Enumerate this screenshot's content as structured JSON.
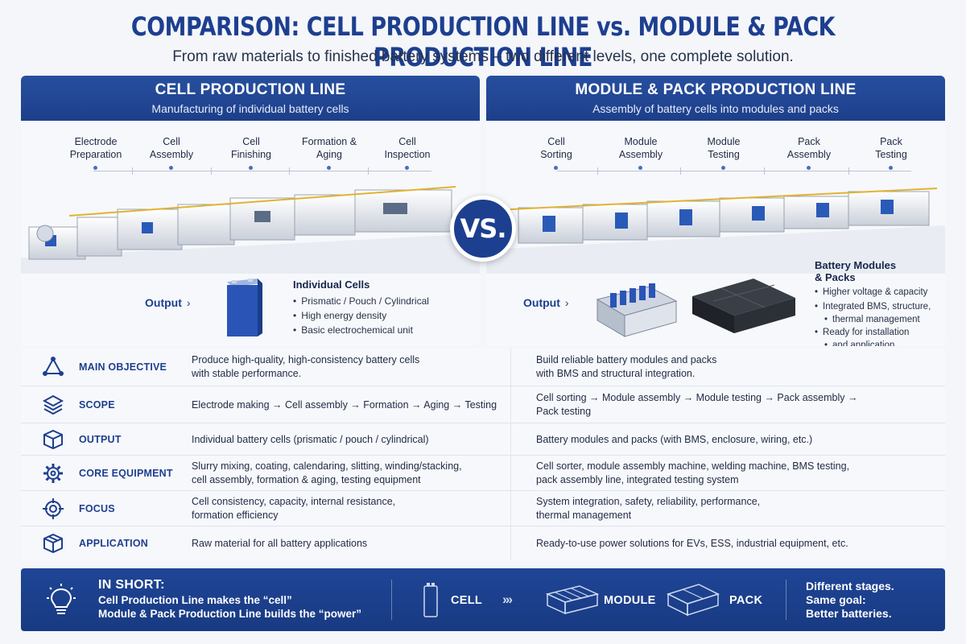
{
  "header": {
    "title": "COMPARISON: CELL PRODUCTION LINE vs. MODULE & PACK PRODUCTION LINE",
    "subtitle": "From raw materials to finished battery systems – two different levels, one complete solution."
  },
  "left_panel": {
    "title": "CELL PRODUCTION LINE",
    "subtitle": "Manufacturing of individual battery cells",
    "steps": [
      {
        "line1": "Electrode",
        "line2": "Preparation"
      },
      {
        "line1": "Cell",
        "line2": "Assembly"
      },
      {
        "line1": "Cell",
        "line2": "Finishing"
      },
      {
        "line1": "Formation &",
        "line2": "Aging"
      },
      {
        "line1": "Cell",
        "line2": "Inspection"
      }
    ],
    "output_label": "Output",
    "output_heading": "Individual Cells",
    "output_points": [
      "Prismatic / Pouch / Cylindrical",
      "High energy density",
      "Basic electrochemical unit"
    ]
  },
  "right_panel": {
    "title": "MODULE & PACK PRODUCTION LINE",
    "subtitle": "Assembly of battery cells into modules and packs",
    "steps": [
      {
        "line1": "Cell",
        "line2": "Sorting"
      },
      {
        "line1": "Module",
        "line2": "Assembly"
      },
      {
        "line1": "Module",
        "line2": "Testing"
      },
      {
        "line1": "Pack",
        "line2": "Assembly"
      },
      {
        "line1": "Pack",
        "line2": "Testing"
      }
    ],
    "output_label": "Output",
    "output_heading_1": "Battery Modules",
    "output_heading_2": "& Packs",
    "output_points": [
      "Higher voltage & capacity",
      "Integrated BMS, structure,",
      "thermal management",
      "Ready for installation",
      "and application"
    ]
  },
  "vs_label": "VS.",
  "comparison": [
    {
      "icon": "triangle-network-icon",
      "label": "MAIN OBJECTIVE",
      "cell_1": "Produce high-quality, high-consistency battery cells",
      "cell_2": "with stable performance.",
      "pack_1": "Build reliable battery modules and packs",
      "pack_2": "with BMS and structural integration."
    },
    {
      "icon": "layers-icon",
      "label": "SCOPE",
      "cell_1": "Electrode making → Cell assembly → Formation → Aging → Testing",
      "cell_2": "",
      "pack_1": "Cell sorting → Module assembly → Module testing → Pack assembly →",
      "pack_2": "Pack testing"
    },
    {
      "icon": "box-icon",
      "label": "OUTPUT",
      "cell_1": "Individual battery cells (prismatic / pouch / cylindrical)",
      "cell_2": "",
      "pack_1": "Battery modules and packs (with BMS, enclosure, wiring, etc.)",
      "pack_2": ""
    },
    {
      "icon": "gear-icon",
      "label": "CORE EQUIPMENT",
      "cell_1": "Slurry mixing, coating, calendaring, slitting, winding/stacking,",
      "cell_2": "cell assembly, formation & aging, testing equipment",
      "pack_1": "Cell sorter, module assembly machine, welding machine, BMS testing,",
      "pack_2": "pack assembly line, integrated testing system"
    },
    {
      "icon": "target-icon",
      "label": "FOCUS",
      "cell_1": "Cell consistency, capacity, internal resistance,",
      "cell_2": "formation efficiency",
      "pack_1": "System integration, safety, reliability, performance,",
      "pack_2": "thermal management"
    },
    {
      "icon": "package-icon",
      "label": "APPLICATION",
      "cell_1": "Raw material for all battery applications",
      "cell_2": "",
      "pack_1": "Ready-to-use power solutions for EVs, ESS, industrial equipment, etc.",
      "pack_2": ""
    }
  ],
  "summary": {
    "title": "IN SHORT:",
    "line1": "Cell Production Line makes the “cell”",
    "line2": "Module & Pack Production Line builds the “power”",
    "flow": [
      "CELL",
      "MODULE",
      "PACK"
    ],
    "tagline": [
      "Different stages.",
      "Same goal:",
      "Better batteries."
    ]
  },
  "colors": {
    "primary": "#1d3f8f",
    "header_blue": "#274f9f",
    "background": "#f4f6fa"
  }
}
